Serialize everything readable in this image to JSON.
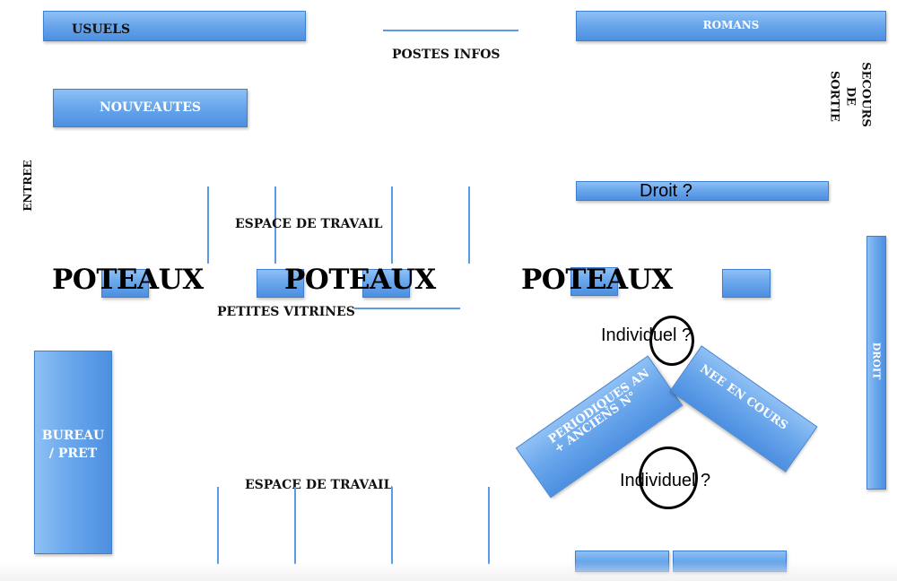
{
  "labels": {
    "usuels": "USUELS",
    "postes_infos": "POSTES INFOS",
    "romans": "ROMANS",
    "nouveautes": "NOUVEAUTES",
    "sortie_line1": "SORTIE",
    "sortie_line2": "DE",
    "sortie_line3": "SECOURS",
    "entree": "ENTREE",
    "droit_top": "Droit ?",
    "espace_travail_top": "ESPACE DE TRAVAIL",
    "poteaux_1": "POTEAUX",
    "poteaux_2": "POTEAUX",
    "poteaux_3": "POTEAUX",
    "petites_vitrines": "PETITES VITRINES",
    "individuel_top": "Individuel ?",
    "droit_right": "DROIT",
    "periodiques_line1": "PERIODIQUES AN",
    "periodiques_line2": "+ ANCIENS N°",
    "nee_en_cours": "NEE EN COURS",
    "bureau_line1": "BUREAU",
    "bureau_line2": "/ PRET",
    "individuel_bottom": "Individuel ?",
    "espace_travail_bottom": "ESPACE DE TRAVAIL"
  },
  "colors": {
    "shelf_light": "#8fc0f4",
    "shelf_dark": "#4d8fe0",
    "line": "#5b9be6"
  }
}
